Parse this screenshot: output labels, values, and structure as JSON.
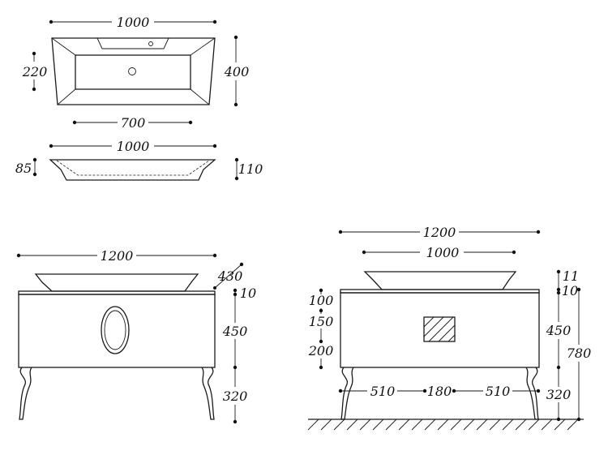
{
  "colors": {
    "line": "#1a1a1a",
    "background": "#ffffff"
  },
  "basin_plan": {
    "width_label": "1000",
    "inner_depth_label": "220",
    "depth_label": "400",
    "inner_width_label": "700"
  },
  "basin_side": {
    "width_label": "1000",
    "inner_height_label": "85",
    "height_label": "110"
  },
  "front_view": {
    "width_label": "1200",
    "basin_height_label": "430",
    "top_label": "10",
    "cabinet_height_label": "450",
    "legs_height_label": "320"
  },
  "back_view": {
    "width_label": "1200",
    "basin_width_label": "1000",
    "basin_label": "11",
    "top_label": "10",
    "cabinet_height_label": "450",
    "legs_height_label": "320",
    "total_height_label": "780",
    "hole_top_label": "100",
    "hole_height_label": "150",
    "hole_bottom_label": "200",
    "leg_left_label": "510",
    "hole_width_label": "180",
    "leg_right_label": "510"
  }
}
